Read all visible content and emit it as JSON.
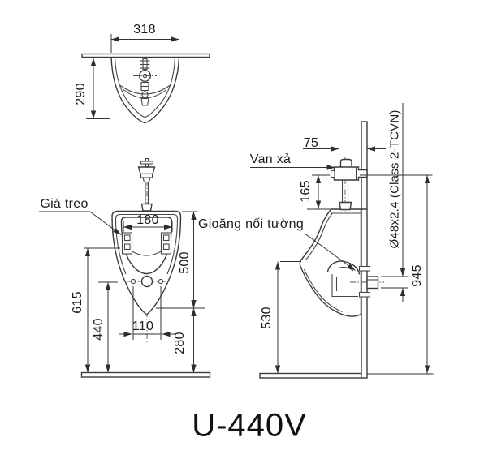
{
  "title": "U-440V",
  "labels": {
    "hanger": "Giá treo",
    "flush_valve": "Van xả",
    "wall_gasket": "Gioăng nối tường",
    "pipe_spec": "Ø48x2.4 (Class 2-TCVN)"
  },
  "dimensions": {
    "top_width": "318",
    "top_depth": "290",
    "bolt_spacing": "180",
    "bowl_height": "500",
    "hanger_height": "615",
    "drain_height": "440",
    "hole_spacing": "110",
    "bottom_to_floor": "280",
    "valve_offset": "75",
    "valve_to_rim": "165",
    "bowl_bottom_to_floor": "530",
    "inlet_height": "945"
  },
  "colors": {
    "line": "#3b3b3b",
    "text": "#1b1b1b",
    "background": "#ffffff"
  }
}
